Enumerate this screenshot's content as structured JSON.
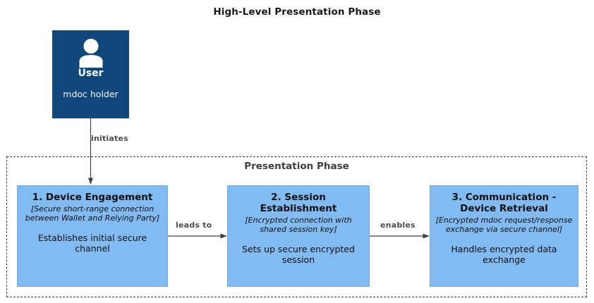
{
  "diagram": {
    "title": "High-Level Presentation Phase",
    "actor": {
      "icon": "user-person-icon",
      "name": "User",
      "subtitle": "mdoc holder",
      "fill_color": "#10477a",
      "text_color": "#ffffff"
    },
    "container": {
      "label": "Presentation Phase",
      "border_style": "dashed",
      "border_color": "#3d3d3d"
    },
    "steps": [
      {
        "id": "device-engagement",
        "title": "1. Device Engagement",
        "note": "[Secure short-range connection between Wallet and Relying Party]",
        "description": "Establishes initial secure channel",
        "fill_color": "#82baf2"
      },
      {
        "id": "session-establishment",
        "title": "2. Session Establishment",
        "note": "[Encrypted connection with shared session key]",
        "description": "Sets up secure encrypted session",
        "fill_color": "#82baf2"
      },
      {
        "id": "communication-device-retrieval",
        "title": "3. Communication - Device Retrieval",
        "note": "[Encrypted mdoc request/response exchange via secure channel]",
        "description": "Handles encrypted data exchange",
        "fill_color": "#82baf2"
      }
    ],
    "edges": [
      {
        "id": "user-to-step1",
        "label": "initiates",
        "from": "User",
        "to": "1. Device Engagement"
      },
      {
        "id": "step1-to-step2",
        "label": "leads to",
        "from": "1. Device Engagement",
        "to": "2. Session Establishment"
      },
      {
        "id": "step2-to-step3",
        "label": "enables",
        "from": "2. Session Establishment",
        "to": "3. Communication - Device Retrieval"
      }
    ]
  }
}
